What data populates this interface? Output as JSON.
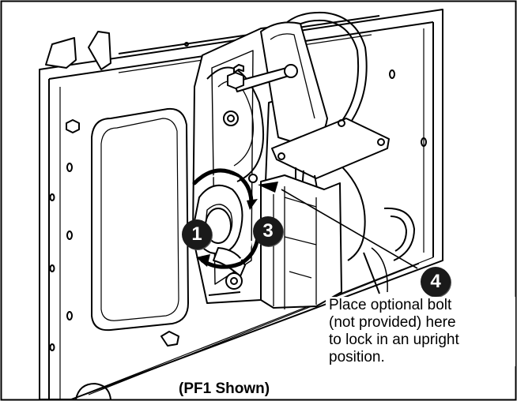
{
  "callouts": [
    {
      "label": "1"
    },
    {
      "label": "3"
    },
    {
      "label": "4"
    }
  ],
  "note_lines": [
    "Place optional bolt",
    "(not provided) here",
    "to lock in an upright",
    "position."
  ],
  "caption": "(PF1 Shown)",
  "colors": {
    "line": "#000000",
    "fill": "#ffffff",
    "callout_bg": "#1a1a1a"
  }
}
